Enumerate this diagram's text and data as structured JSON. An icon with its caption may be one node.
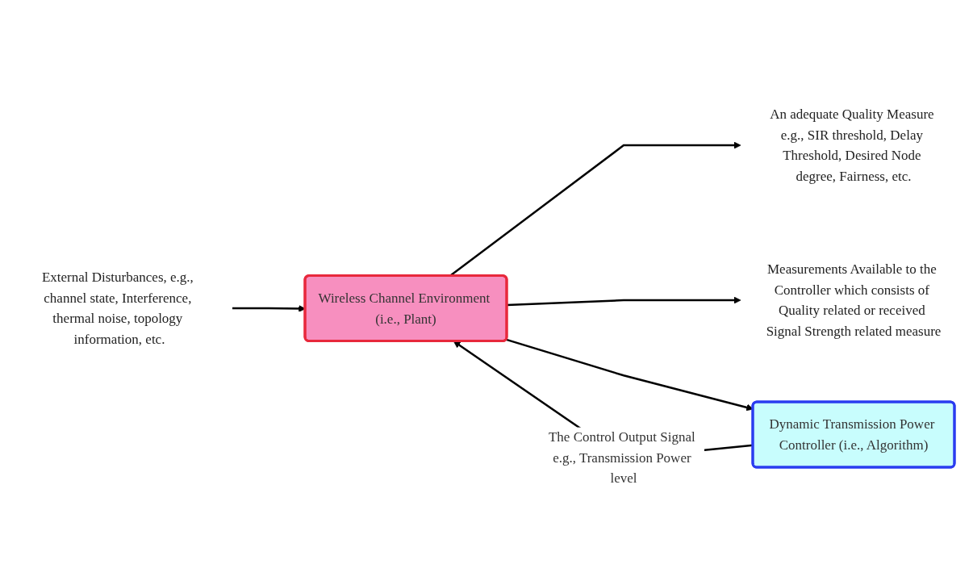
{
  "diagram": {
    "nodes": [
      {
        "text": [
          "External Disturbances, e.g., channel state, Interference, thermal noise, topology information, etc."
        ]
      },
      {
        "text": [
          "Wireless Channel Environment (i.e., Plant)"
        ]
      },
      {
        "text": [
          "An adequate Quality Measure e.g., SIR threshold, Delay Threshold, Desired Node degree, Fairness, etc."
        ]
      },
      {
        "text": [
          "Measurements Available to the Controller which consists of Quality related or received Signal Strength related measure"
        ]
      },
      {
        "text": [
          "Dynamic Transmission Power Controller (i.e., Algorithm)"
        ]
      }
    ],
    "edges": [
      {
        "from": 0,
        "to": 1,
        "arrow": "to"
      },
      {
        "from": 1,
        "to": 2,
        "arrow": "to"
      },
      {
        "from": 1,
        "to": 3,
        "arrow": "to"
      },
      {
        "from": 1,
        "to": 4,
        "arrow": "to"
      },
      {
        "from": 4,
        "to": 1,
        "arrow": "to",
        "label": "The Control Output Signal e.g., Transmission Power level"
      }
    ]
  }
}
